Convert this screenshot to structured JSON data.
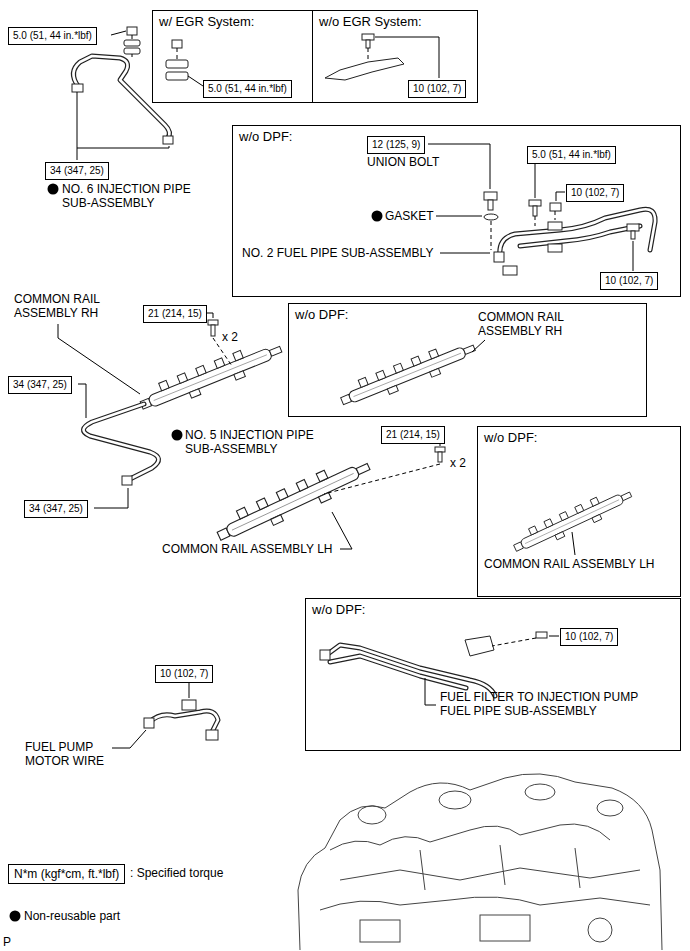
{
  "diagram": {
    "nodes": [
      {
        "text": [
          "5.0 (51, 44 in.*lbf)"
        ]
      },
      {
        "text": [
          "w/ EGR System:"
        ]
      },
      {
        "text": [
          "5.0 (51, 44 in.*lbf)"
        ],
        "in": 1
      },
      {
        "text": [
          "w/o EGR System:"
        ]
      },
      {
        "text": [
          "10 (102, 7)"
        ],
        "in": 3
      },
      {
        "text": [
          "34 (347, 25)"
        ]
      },
      {
        "text": [
          "w/o DPF:"
        ]
      },
      {
        "text": [
          "12 (125, 9)"
        ],
        "in": 6
      },
      {
        "text": [
          "5.0 (51, 44 in.*lbf)"
        ],
        "in": 6
      },
      {
        "text": [
          "10 (102, 7)"
        ],
        "in": 6
      },
      {
        "text": [
          "10 (102, 7)"
        ],
        "in": 6
      },
      {
        "text": [
          "21 (214, 15)"
        ]
      },
      {
        "text": [
          "34 (347, 25)"
        ]
      },
      {
        "text": [
          "w/o DPF:"
        ]
      },
      {
        "text": [
          "21 (214, 15)"
        ]
      },
      {
        "text": [
          "w/o DPF:"
        ]
      },
      {
        "text": [
          "34 (347, 25)"
        ]
      },
      {
        "text": [
          "w/o DPF:"
        ]
      },
      {
        "text": [
          "10 (102, 7)"
        ],
        "in": 17
      },
      {
        "text": [
          "10 (102, 7)"
        ]
      },
      {
        "text": [
          "N*m (kgf*cm, ft.*lbf)"
        ]
      }
    ],
    "labels": [
      "NO. 6 INJECTION PIPE SUB-ASSEMBLY",
      "UNION BOLT",
      "GASKET",
      "NO. 2 FUEL PIPE SUB-ASSEMBLY",
      "COMMON RAIL ASSEMBLY RH",
      "COMMON RAIL ASSEMBLY RH",
      "x 2",
      "NO. 5 INJECTION PIPE SUB-ASSEMBLY",
      "x 2",
      "COMMON RAIL ASSEMBLY LH",
      "COMMON RAIL ASSEMBLY LH",
      "FUEL FILTER TO INJECTION PUMP FUEL PIPE SUB-ASSEMBLY",
      "FUEL PUMP MOTOR WIRE",
      "P"
    ],
    "legend": [
      {
        "text": ": Specified torque"
      },
      {
        "text": "Non-reusable part"
      }
    ]
  }
}
